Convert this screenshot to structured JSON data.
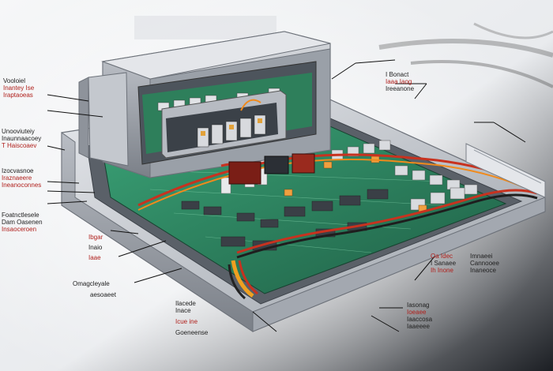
{
  "diagram": {
    "type": "exploded-isometric-hardware-illustration",
    "colors": {
      "enclosure": "#c9ccd2",
      "enclosure_shadow": "#8e939b",
      "pcb": "#2f8a63",
      "pcb_dark": "#1f5e45",
      "cable_red": "#c8321f",
      "cable_orange": "#f08a1c",
      "label_red": "#b0201c",
      "label_dark": "#1a1a1a",
      "background": "#f3f4f5"
    },
    "labels_left": [
      {
        "line1": "Vooloiel",
        "line2": "Inantey Ise",
        "line3": "Iraptaoeas"
      },
      {
        "line1": "Unooviuteiy",
        "line2": "Inaunnaacoey",
        "line3": "T Haiscoaev"
      },
      {
        "line1": "Izocvasnoe",
        "line2": "Iraznaeere",
        "line3": "Ineanoconnes"
      },
      {
        "line1": "Foatnctlesele",
        "line2": "Dam Oasenen",
        "line3": "Insaoceroen"
      }
    ],
    "labels_center": [
      {
        "line1": "Ibgar",
        "line2": "Inaio",
        "line3": "Iaae"
      },
      {
        "line1": "Omagcleyale",
        "line2": "aesoaeet"
      },
      {
        "line1": "Ilacede",
        "line2": "Inace",
        "line3": "Icue ine",
        "line4": "Goeneense"
      }
    ],
    "labels_right": [
      {
        "line1": "I Bonact",
        "line2": "Iaaa Iaog",
        "line3": "Ireeanone"
      },
      {
        "line1": "Oa Idec",
        "line2": "I Sanaee",
        "line3": "Ih Inone"
      },
      {
        "line1": "Imnaeei",
        "line2": "Cannooee",
        "line3": "Inaneoce"
      },
      {
        "line1": "Iasonag",
        "line2": "Ioeaee",
        "line3": "Iaaccosa",
        "line4": "Iaaeeee"
      }
    ]
  }
}
